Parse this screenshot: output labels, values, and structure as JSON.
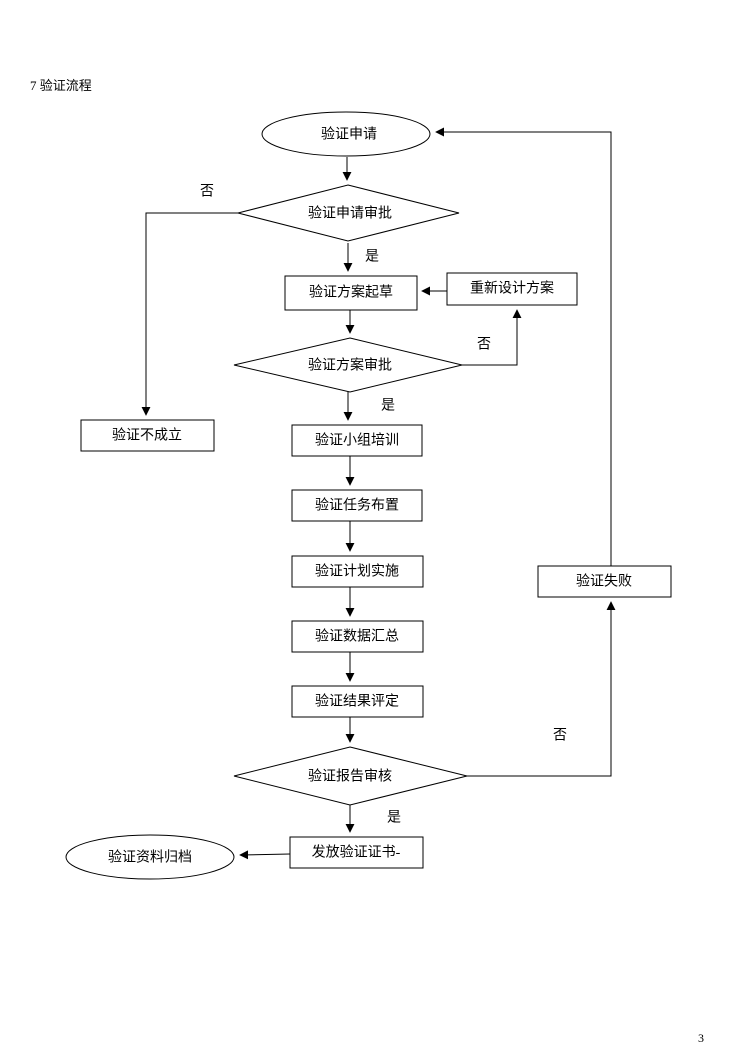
{
  "page": {
    "title": "7 验证流程",
    "page_number": "3"
  },
  "flowchart": {
    "nodes": {
      "start": "验证申请",
      "apply_review": "验证申请审批",
      "draft": "验证方案起草",
      "redesign": "重新设计方案",
      "plan_review": "验证方案审批",
      "not_established": "验证不成立",
      "training": "验证小组培训",
      "task": "验证任务布置",
      "implement": "验证计划实施",
      "data_summary": "验证数据汇总",
      "evaluate": "验证结果评定",
      "report_review": "验证报告审核",
      "fail": "验证失败",
      "certificate": "发放验证证书-",
      "archive": "验证资料归档"
    },
    "labels": {
      "yes": "是",
      "no": "否"
    },
    "colors": {
      "line": "#000000",
      "fill": "#ffffff"
    }
  }
}
